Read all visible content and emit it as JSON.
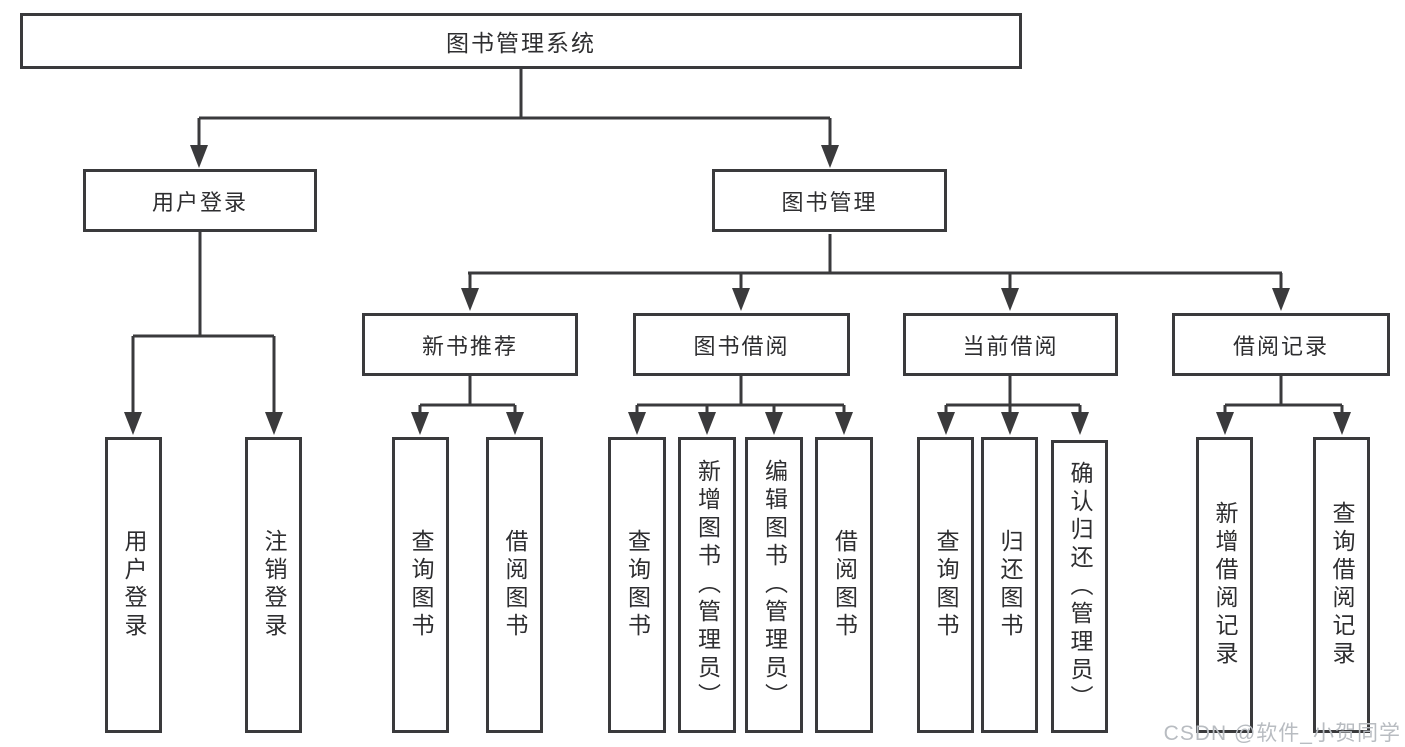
{
  "diagram": {
    "root": {
      "label": "图书管理系统"
    },
    "branches": [
      {
        "label": "用户登录",
        "children": [
          {
            "label": "用户登录"
          },
          {
            "label": "注销登录"
          }
        ]
      },
      {
        "label": "图书管理",
        "children": [
          {
            "label": "新书推荐",
            "children": [
              {
                "label": "查询图书"
              },
              {
                "label": "借阅图书"
              }
            ]
          },
          {
            "label": "图书借阅",
            "children": [
              {
                "label": "查询图书"
              },
              {
                "label": "新增图书（管理员）"
              },
              {
                "label": "编辑图书（管理员）"
              },
              {
                "label": "借阅图书"
              }
            ]
          },
          {
            "label": "当前借阅",
            "children": [
              {
                "label": "查询图书"
              },
              {
                "label": "归还图书"
              },
              {
                "label": "确认归还（管理员）"
              }
            ]
          },
          {
            "label": "借阅记录",
            "children": [
              {
                "label": "新增借阅记录"
              },
              {
                "label": "查询借阅记录"
              }
            ]
          }
        ]
      }
    ],
    "watermark": "CSDN @软件_小贺同学",
    "colors": {
      "line": "#3a3a3c",
      "text": "#2e2e30",
      "background": "#ffffff",
      "watermark": "#b8bcc1"
    }
  }
}
